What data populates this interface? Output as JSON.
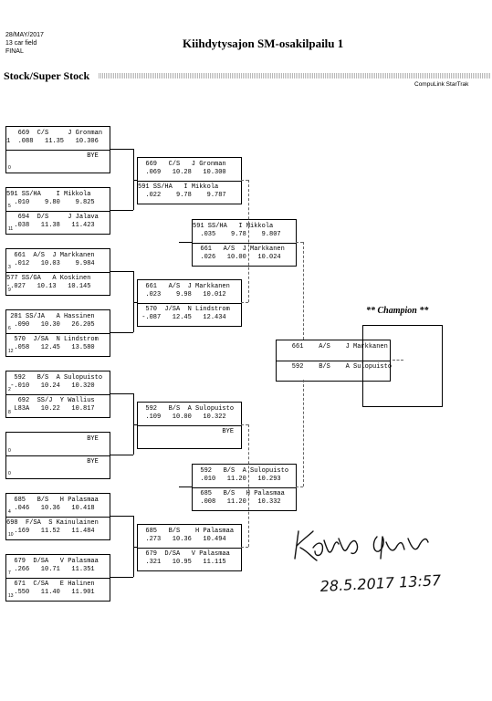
{
  "header": {
    "date": "28/MAY/2017",
    "field": "13 car field",
    "round": "FINAL",
    "event_title": "Kiihdytysajon SM-osakilpailu 1",
    "class_title": "Stock/Super Stock",
    "brand": "CompuLink StarTrak"
  },
  "champion_label": "** Champion **",
  "signature": {
    "date_time": "28.5.2017 13:57"
  },
  "matches": [
    {
      "id": "r1m1",
      "top": {
        "l1": "   669  C/S     J Gronman",
        "l2": "1  .088   11.35   10.306",
        "seed": ""
      },
      "bottom": {
        "l1": "                     BYE",
        "l2": "",
        "seed": "0"
      }
    },
    {
      "id": "r1m2",
      "top": {
        "l1": "591 SS/HA    I Mikkola",
        "l2": "  .010    9.80    9.825",
        "seed": "5"
      },
      "bottom": {
        "l1": "   694  D/S     J Jalava",
        "l2": "  .038   11.38   11.423",
        "seed": "11"
      }
    },
    {
      "id": "r1m3",
      "top": {
        "l1": "  661  A/S  J Markkanen",
        "l2": "  .012   10.03    9.984",
        "seed": "3"
      },
      "bottom": {
        "l1": "577 SS/GA   A Koskinen",
        "l2": "-.027   10.13   10.145",
        "seed": "9"
      }
    },
    {
      "id": "r1m4",
      "top": {
        "l1": " 281 SS/JA   A Hassinen",
        "l2": "  .090   10.30   26.205",
        "seed": "6"
      },
      "bottom": {
        "l1": "  570  J/SA  N Lindstrom",
        "l2": "  .058   12.45   13.580",
        "seed": "12"
      }
    },
    {
      "id": "r1m5",
      "top": {
        "l1": "  592   B/S  A Sulopuisto",
        "l2": " -.010   10.24   10.320",
        "seed": "2"
      },
      "bottom": {
        "l1": "   692  SS/J  Y Wallius",
        "l2": "  L83A   10.22   10.817",
        "seed": "8"
      }
    },
    {
      "id": "r1m6",
      "top": {
        "l1": "                     BYE",
        "l2": "",
        "seed": "0"
      },
      "bottom": {
        "l1": "                     BYE",
        "l2": "",
        "seed": "0"
      }
    },
    {
      "id": "r1m7",
      "top": {
        "l1": "  685   B/S   H Palasmaa",
        "l2": "  .046   10.36   10.418",
        "seed": "4"
      },
      "bottom": {
        "l1": "698  F/SA  S Kainulainen",
        "l2": "  .169   11.52   11.484",
        "seed": "10"
      }
    },
    {
      "id": "r1m8",
      "top": {
        "l1": "  679  D/SA   V Palasmaa",
        "l2": "  .266   10.71   11.351",
        "seed": "7"
      },
      "bottom": {
        "l1": "  671  C/SA   E Halinen",
        "l2": "  .550   11.40   11.901",
        "seed": "13"
      }
    },
    {
      "id": "r2m1",
      "top": {
        "l1": "  669   C/S   J Gronman",
        "l2": "  .069   10.28   10.300",
        "seed": ""
      },
      "bottom": {
        "l1": "591 SS/HA   I Mikkola",
        "l2": "  .022    9.78    9.787",
        "seed": ""
      }
    },
    {
      "id": "r2m2",
      "top": {
        "l1": "  661   A/S  J Markkanen",
        "l2": "  .023    9.98   10.012",
        "seed": ""
      },
      "bottom": {
        "l1": "  570  J/SA  N Lindstrom",
        "l2": " -.087   12.45   12.434",
        "seed": ""
      }
    },
    {
      "id": "r2m3",
      "top": {
        "l1": "  592   B/S  A Sulopuisto",
        "l2": "  .109   10.00   10.322",
        "seed": ""
      },
      "bottom": {
        "l1": "                      BYE",
        "l2": "",
        "seed": ""
      }
    },
    {
      "id": "r2m4",
      "top": {
        "l1": "  685   B/S    H Palasmaa",
        "l2": "  .273   10.36   10.494",
        "seed": ""
      },
      "bottom": {
        "l1": "  679  D/SA   V Palasmaa",
        "l2": "  .321   10.95   11.115",
        "seed": ""
      }
    },
    {
      "id": "r3m1",
      "top": {
        "l1": "591 SS/HA   I Mikkola",
        "l2": "  .035    9.78    9.807",
        "seed": ""
      },
      "bottom": {
        "l1": "  661   A/S  J Markkanen",
        "l2": "  .026   10.00   10.024",
        "seed": ""
      }
    },
    {
      "id": "r3m2",
      "top": {
        "l1": "  592   B/S  A Sulopuisto",
        "l2": "  .010   11.20   10.293",
        "seed": ""
      },
      "bottom": {
        "l1": "  685   B/S   H Palasmaa",
        "l2": "  .008   11.20   10.332",
        "seed": ""
      }
    },
    {
      "id": "final",
      "top": {
        "l1": "    661    A/S    J Markkanen",
        "l2": "",
        "seed": ""
      },
      "bottom": {
        "l1": "    592    B/S    A Sulopuisto",
        "l2": "",
        "seed": ""
      }
    }
  ]
}
